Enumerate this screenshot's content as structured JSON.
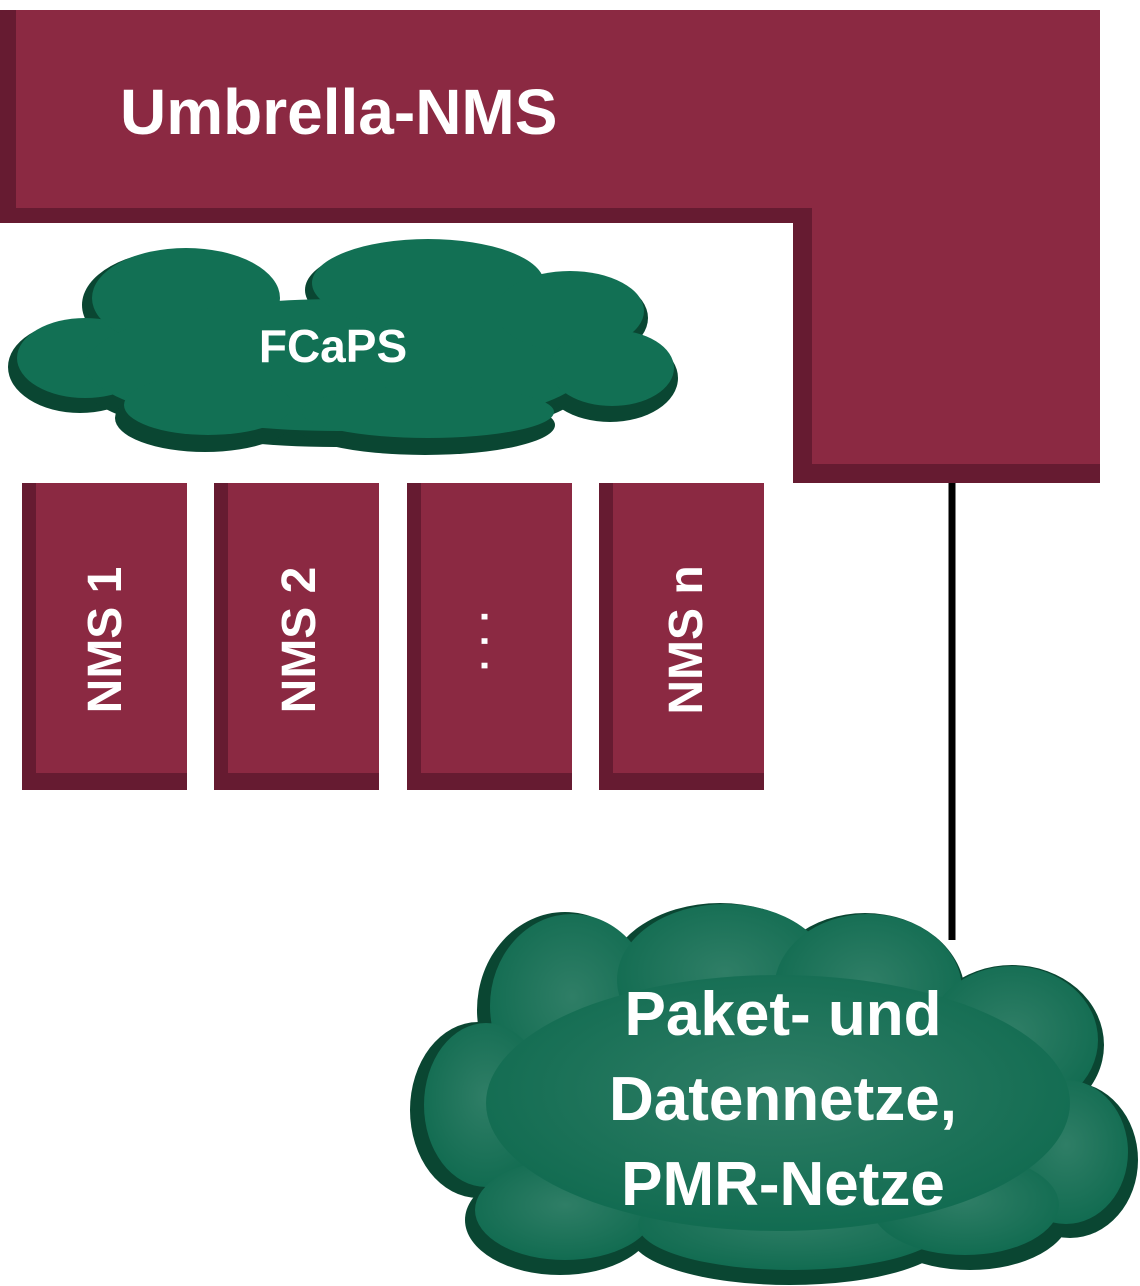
{
  "umbrella": {
    "label": "Umbrella-NMS"
  },
  "fcaps": {
    "label": "FCaPS"
  },
  "nms_systems": [
    {
      "label": "NMS 1"
    },
    {
      "label": "NMS 2"
    },
    {
      "label": "· · ·"
    },
    {
      "label": "NMS n"
    }
  ],
  "network": {
    "lines": [
      "Paket- und",
      "Datennetze,",
      "PMR-Netze"
    ]
  },
  "colors": {
    "nms_fill": "#8b2942",
    "nms_shadow": "#661b31",
    "cloud_fill": "#127054",
    "cloud_shadow": "#0a4632",
    "connector": "#000000"
  }
}
